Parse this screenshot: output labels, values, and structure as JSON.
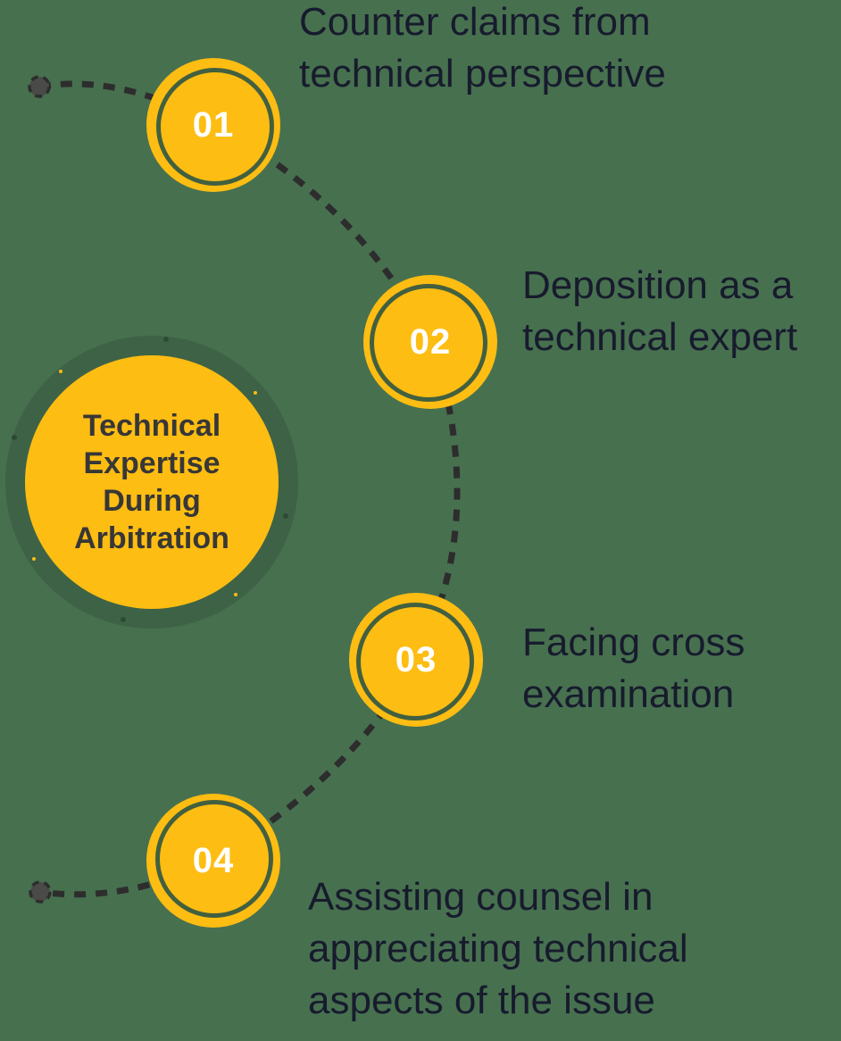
{
  "colors": {
    "background": "#47704f",
    "circle_yellow": "#fdbd12",
    "ring_green": "#42603f",
    "halo_green": "#3e6246",
    "dash": "#2d2d2d",
    "label_text": "#171b2d",
    "hub_text": "#373737",
    "number_text": "#ffffff",
    "end_dot": "#4a4a48"
  },
  "hub": {
    "title": "Technical\nExpertise\nDuring\nArbitration"
  },
  "steps": [
    {
      "number": "01",
      "label": "Counter claims from\ntechnical perspective"
    },
    {
      "number": "02",
      "label": "Deposition as a\ntechnical expert"
    },
    {
      "number": "03",
      "label": "Facing cross\nexamination"
    },
    {
      "number": "04",
      "label": "Assisting counsel in\nappreciating technical\naspects of the issue"
    }
  ]
}
